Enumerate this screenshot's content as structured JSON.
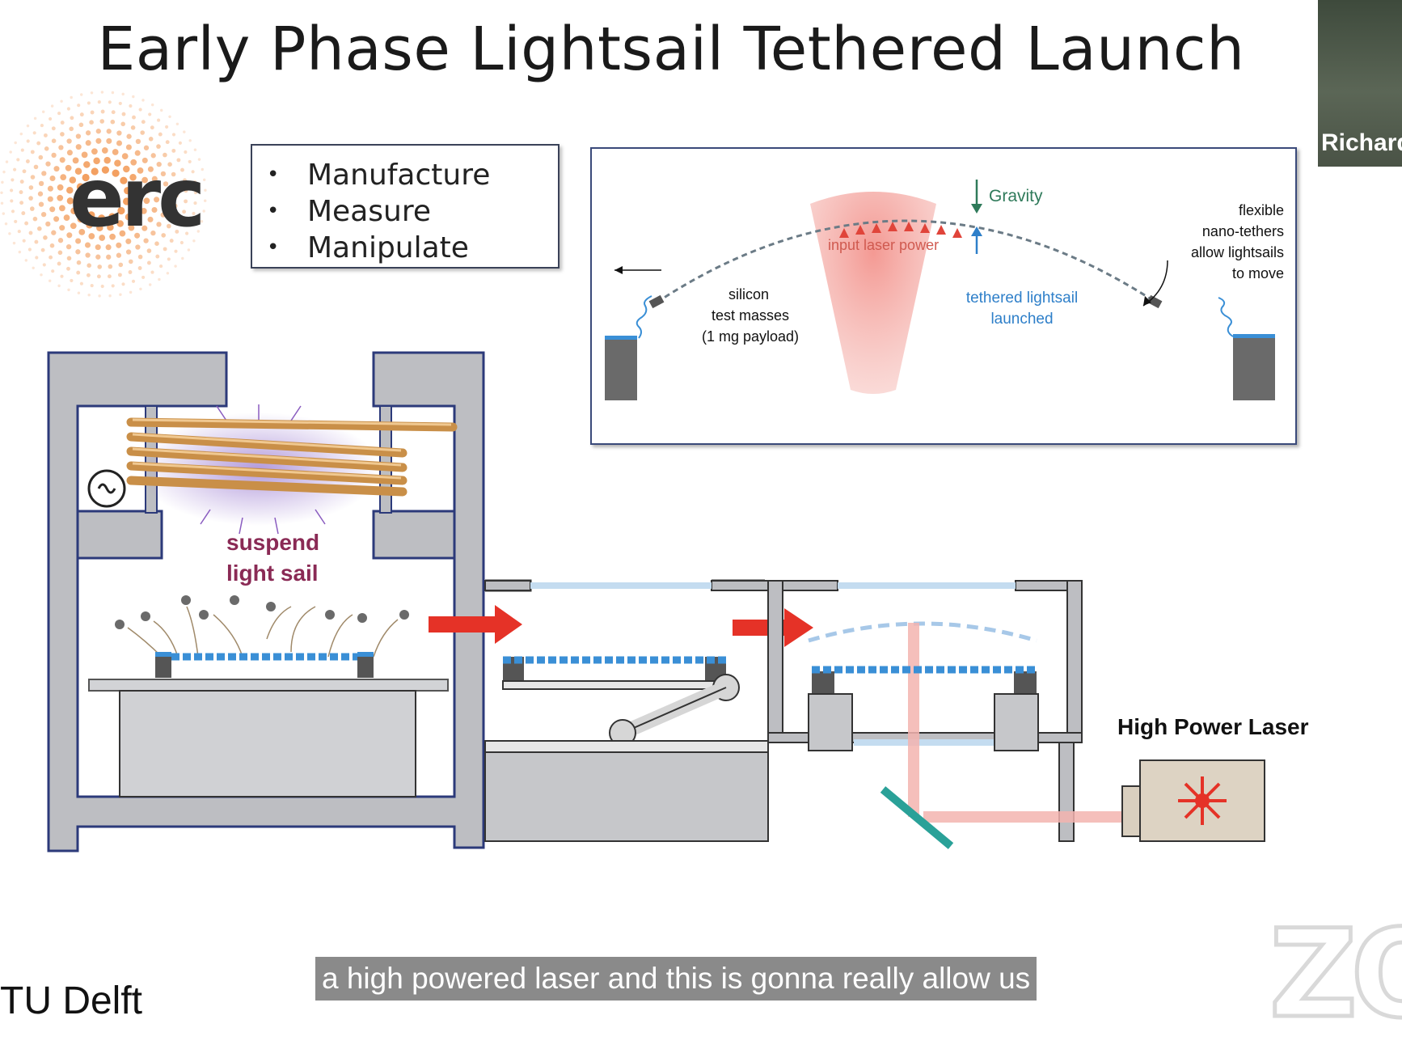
{
  "slide": {
    "title": "Early Phase Lightsail Tethered Launch",
    "bullets": [
      "Manufacture",
      "Measure",
      "Manipulate"
    ],
    "erc_logo_text": "erc",
    "tudelft_logo_text": "TU Delft"
  },
  "inset_diagram": {
    "gravity_label": "Gravity",
    "tethers_label": [
      "flexible",
      "nano-tethers",
      "allow lightsails",
      "to move"
    ],
    "laser_label": "input laser power",
    "launched_label": [
      "tethered lightsail",
      "launched"
    ],
    "masses_label": [
      "silicon",
      "test masses",
      "(1 mg payload)"
    ]
  },
  "main_diagram": {
    "suspend_label": [
      "suspend",
      "light sail"
    ],
    "laser_label": "High Power Laser"
  },
  "meeting": {
    "participant_name": "Richard",
    "caption": "a high powered laser and this is gonna really allow us",
    "watermark": "ZO"
  },
  "colors": {
    "chamber_gray": "#bdbec2",
    "chamber_edge": "#2c3a7a",
    "sail_blue": "#3a8fd6",
    "arrow_red": "#e53227",
    "laser_pink": "#f4b4b0",
    "mirror_teal": "#2aa198",
    "gravity_green": "#2f7a5a",
    "launch_blue": "#2e7fc9",
    "suspend_purple": "#8a2a55",
    "erc_orange": "#f08a3c"
  }
}
